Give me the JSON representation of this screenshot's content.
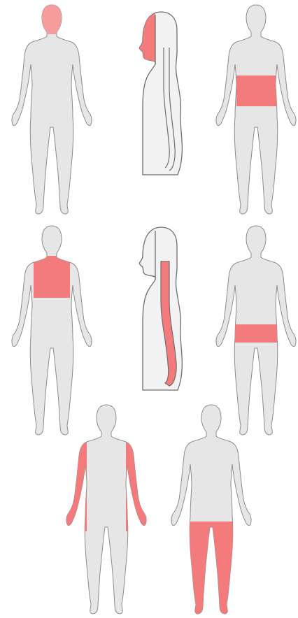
{
  "colors": {
    "body_fill": "#e6e6e6",
    "body_stroke": "#8c8c8c",
    "highlight": "#f47b7b",
    "highlight_head": "#f79c9c",
    "side_fill": "#f2f2f2",
    "side_stroke": "#6e6e6e"
  },
  "figures": [
    {
      "name": "front-view-head-highlighted",
      "view": "front",
      "region": "head"
    },
    {
      "name": "side-view-face-highlighted",
      "view": "side",
      "region": "face"
    },
    {
      "name": "back-view-waist-highlighted",
      "view": "back",
      "region": "lower-back"
    },
    {
      "name": "back-view-upper-back-highlighted",
      "view": "back",
      "region": "upper-back"
    },
    {
      "name": "side-view-spine-highlighted",
      "view": "side",
      "region": "spine"
    },
    {
      "name": "back-view-hips-highlighted",
      "view": "back",
      "region": "hips"
    },
    {
      "name": "back-view-arms-highlighted",
      "view": "back",
      "region": "arms"
    },
    {
      "name": "front-view-legs-highlighted",
      "view": "front",
      "region": "legs"
    }
  ]
}
